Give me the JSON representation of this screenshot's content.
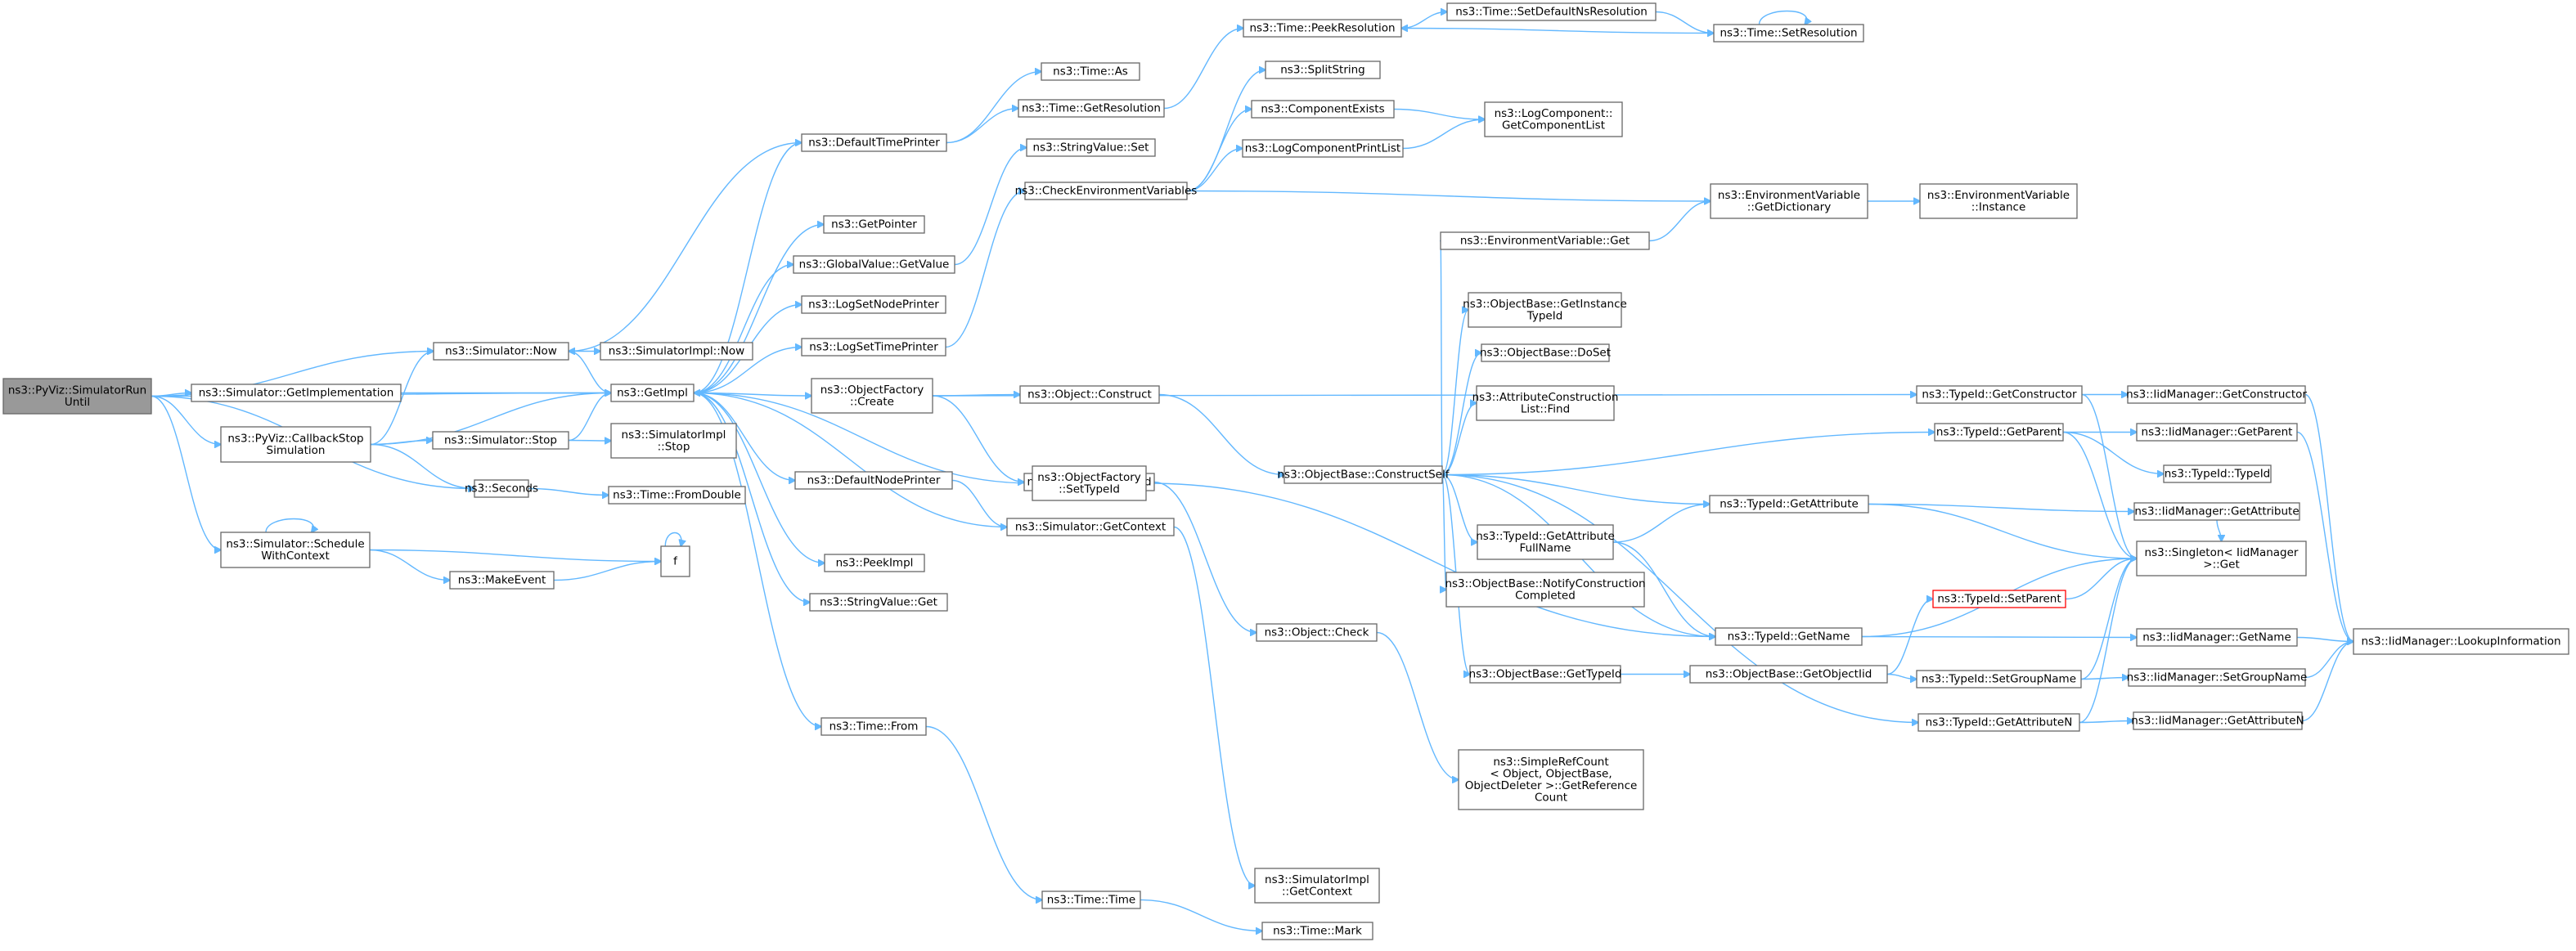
{
  "colors": {
    "edge": "#63b8ff",
    "node_border": "#666666",
    "root_fill": "#999999",
    "highlight_border": "#ff0000",
    "background": "#ffffff"
  },
  "nodes": [
    {
      "id": "pyviz_run",
      "lines": [
        "ns3::PyViz::SimulatorRun",
        "Until"
      ]
    },
    {
      "id": "sim_now",
      "lines": [
        "ns3::Simulator::Now"
      ]
    },
    {
      "id": "simimpl_now",
      "lines": [
        "ns3::SimulatorImpl::Now"
      ]
    },
    {
      "id": "get_implementation",
      "lines": [
        "ns3::Simulator::GetImplementation"
      ]
    },
    {
      "id": "getimpl",
      "lines": [
        "ns3::GetImpl"
      ]
    },
    {
      "id": "callback_stop",
      "lines": [
        "ns3::PyViz::CallbackStop",
        "Simulation"
      ]
    },
    {
      "id": "sim_stop",
      "lines": [
        "ns3::Simulator::Stop"
      ]
    },
    {
      "id": "simimpl_stop",
      "lines": [
        "ns3::SimulatorImpl",
        "::Stop"
      ]
    },
    {
      "id": "seconds",
      "lines": [
        "ns3::Seconds"
      ]
    },
    {
      "id": "time_fromdouble",
      "lines": [
        "ns3::Time::FromDouble"
      ]
    },
    {
      "id": "schedule_ctx",
      "lines": [
        "ns3::Simulator::Schedule",
        "WithContext"
      ]
    },
    {
      "id": "makeevent",
      "lines": [
        "ns3::MakeEvent"
      ]
    },
    {
      "id": "f",
      "lines": [
        "f"
      ]
    },
    {
      "id": "time_as",
      "lines": [
        "ns3::Time::As"
      ]
    },
    {
      "id": "default_time_printer",
      "lines": [
        "ns3::DefaultTimePrinter"
      ]
    },
    {
      "id": "time_getres",
      "lines": [
        "ns3::Time::GetResolution"
      ]
    },
    {
      "id": "time_peekres",
      "lines": [
        "ns3::Time::PeekResolution"
      ]
    },
    {
      "id": "time_setdefres",
      "lines": [
        "ns3::Time::SetDefaultNsResolution"
      ]
    },
    {
      "id": "time_setres",
      "lines": [
        "ns3::Time::SetResolution"
      ]
    },
    {
      "id": "splitstring",
      "lines": [
        "ns3::SplitString"
      ]
    },
    {
      "id": "stringvalue_set",
      "lines": [
        "ns3::StringValue::Set"
      ]
    },
    {
      "id": "component_exists",
      "lines": [
        "ns3::ComponentExists"
      ]
    },
    {
      "id": "logcomp_getlist",
      "lines": [
        "ns3::LogComponent::",
        "GetComponentList"
      ]
    },
    {
      "id": "logcomp_printlist",
      "lines": [
        "ns3::LogComponentPrintList"
      ]
    },
    {
      "id": "check_env_vars",
      "lines": [
        "ns3::CheckEnvironmentVariables"
      ]
    },
    {
      "id": "getpointer",
      "lines": [
        "ns3::GetPointer"
      ]
    },
    {
      "id": "globalvalue_getvalue",
      "lines": [
        "ns3::GlobalValue::GetValue"
      ]
    },
    {
      "id": "logsetnodeprinter",
      "lines": [
        "ns3::LogSetNodePrinter"
      ]
    },
    {
      "id": "logsettimeprinter",
      "lines": [
        "ns3::LogSetTimePrinter"
      ]
    },
    {
      "id": "objectfactory_create",
      "lines": [
        "ns3::ObjectFactory",
        "::Create"
      ]
    },
    {
      "id": "object_construct",
      "lines": [
        "ns3::Object::Construct"
      ]
    },
    {
      "id": "object_settypeid",
      "lines": [
        "ns3::Object::SetTypeId"
      ]
    },
    {
      "id": "objectfactory_settypeid",
      "lines": [
        "ns3::ObjectFactory",
        "::SetTypeId"
      ]
    },
    {
      "id": "default_node_printer",
      "lines": [
        "ns3::DefaultNodePrinter"
      ]
    },
    {
      "id": "sim_getcontext",
      "lines": [
        "ns3::Simulator::GetContext"
      ]
    },
    {
      "id": "peekimpl",
      "lines": [
        "ns3::PeekImpl"
      ]
    },
    {
      "id": "stringvalue_get",
      "lines": [
        "ns3::StringValue::Get"
      ]
    },
    {
      "id": "time_from",
      "lines": [
        "ns3::Time::From"
      ]
    },
    {
      "id": "time_time",
      "lines": [
        "ns3::Time::Time"
      ]
    },
    {
      "id": "time_mark",
      "lines": [
        "ns3::Time::Mark"
      ]
    },
    {
      "id": "simimpl_getcontext",
      "lines": [
        "ns3::SimulatorImpl",
        "::GetContext"
      ]
    },
    {
      "id": "object_check",
      "lines": [
        "ns3::Object::Check"
      ]
    },
    {
      "id": "simplerefcount",
      "lines": [
        "ns3::SimpleRefCount",
        "< Object, ObjectBase,",
        "ObjectDeleter >::GetReference",
        "Count"
      ]
    },
    {
      "id": "objectbase_constructself",
      "lines": [
        "ns3::ObjectBase::ConstructSelf"
      ]
    },
    {
      "id": "envvar_get",
      "lines": [
        "ns3::EnvironmentVariable::Get"
      ]
    },
    {
      "id": "objectbase_getinstancetypeid",
      "lines": [
        "ns3::ObjectBase::GetInstance",
        "TypeId"
      ]
    },
    {
      "id": "objectbase_doset",
      "lines": [
        "ns3::ObjectBase::DoSet"
      ]
    },
    {
      "id": "attrconstructionlist_find",
      "lines": [
        "ns3::AttributeConstruction",
        "List::Find"
      ]
    },
    {
      "id": "typeid_getattrfullname",
      "lines": [
        "ns3::TypeId::GetAttribute",
        "FullName"
      ]
    },
    {
      "id": "objectbase_notifyconstruction",
      "lines": [
        "ns3::ObjectBase::NotifyConstruction",
        "Completed"
      ]
    },
    {
      "id": "objectbase_gettypeid",
      "lines": [
        "ns3::ObjectBase::GetTypeId"
      ]
    },
    {
      "id": "envvar_getdictionary",
      "lines": [
        "ns3::EnvironmentVariable",
        "::GetDictionary"
      ]
    },
    {
      "id": "envvar_instance",
      "lines": [
        "ns3::EnvironmentVariable",
        "::Instance"
      ]
    },
    {
      "id": "typeid_getconstructor",
      "lines": [
        "ns3::TypeId::GetConstructor"
      ]
    },
    {
      "id": "typeid_getparent",
      "lines": [
        "ns3::TypeId::GetParent"
      ]
    },
    {
      "id": "typeid_getattribute",
      "lines": [
        "ns3::TypeId::GetAttribute"
      ]
    },
    {
      "id": "typeid_getname",
      "lines": [
        "ns3::TypeId::GetName"
      ]
    },
    {
      "id": "objectbase_getobjectiid",
      "lines": [
        "ns3::ObjectBase::GetObjectIid"
      ]
    },
    {
      "id": "typeid_setparent",
      "lines": [
        "ns3::TypeId::SetParent"
      ]
    },
    {
      "id": "typeid_setgroupname",
      "lines": [
        "ns3::TypeId::SetGroupName"
      ]
    },
    {
      "id": "typeid_getattributen",
      "lines": [
        "ns3::TypeId::GetAttributeN"
      ]
    },
    {
      "id": "iid_getconstructor",
      "lines": [
        "ns3::IidManager::GetConstructor"
      ]
    },
    {
      "id": "iid_getparent",
      "lines": [
        "ns3::IidManager::GetParent"
      ]
    },
    {
      "id": "typeid_typeid",
      "lines": [
        "ns3::TypeId::TypeId"
      ]
    },
    {
      "id": "iid_getattribute",
      "lines": [
        "ns3::IidManager::GetAttribute"
      ]
    },
    {
      "id": "singleton_get",
      "lines": [
        "ns3::Singleton< IidManager",
        ">::Get"
      ]
    },
    {
      "id": "iid_getname",
      "lines": [
        "ns3::IidManager::GetName"
      ]
    },
    {
      "id": "iid_setgroupname",
      "lines": [
        "ns3::IidManager::SetGroupName"
      ]
    },
    {
      "id": "iid_getattributen",
      "lines": [
        "ns3::IidManager::GetAttributeN"
      ]
    },
    {
      "id": "iid_lookupinfo",
      "lines": [
        "ns3::IidManager::LookupInformation"
      ]
    }
  ]
}
